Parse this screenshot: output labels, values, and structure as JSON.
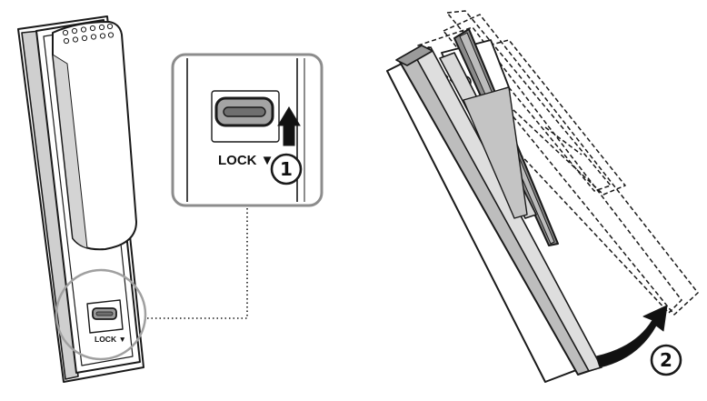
{
  "labels": {
    "lock_small": "LOCK ▼",
    "lock_zoom": "LOCK ▼",
    "step_1": "1",
    "step_2": "2"
  },
  "colors": {
    "stroke": "#1a1a1a",
    "light_fill": "#d9d9d9",
    "mid_fill": "#bdbdbd",
    "dark_fill": "#8a8a8a",
    "circle_gray": "#a0a0a0",
    "callout_frame": "#8c8c8c"
  },
  "icons": {
    "slide_arrow": "arrow-up-icon",
    "rotate_arrow": "curved-arrow-icon"
  }
}
